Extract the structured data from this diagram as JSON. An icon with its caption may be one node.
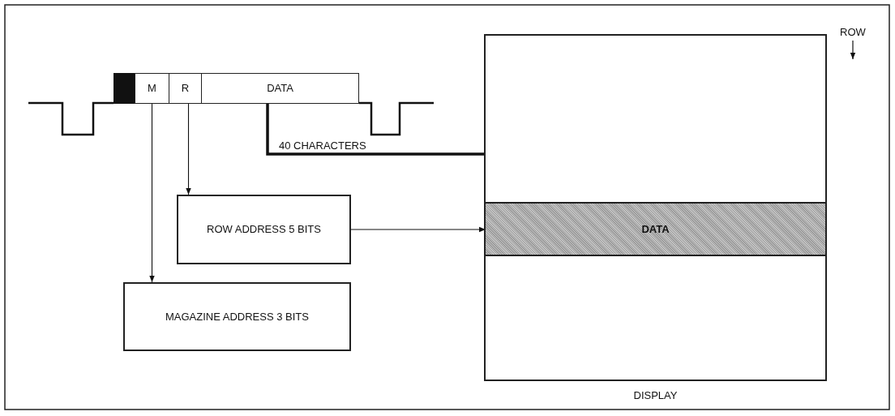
{
  "diagram": {
    "nodes": [
      {
        "text": [],
        "shape": "bar"
      },
      {
        "text": [
          "M"
        ]
      },
      {
        "text": [
          "R"
        ]
      },
      {
        "text": [
          "DATA"
        ]
      },
      {
        "text": [
          "DISPLAY"
        ]
      },
      {
        "text": [
          "DATA"
        ],
        "in": 4
      },
      {
        "text": [
          "ROW ADDRESS 5 BITS"
        ]
      },
      {
        "text": [
          "MAGAZINE ADDRESS 3 BITS"
        ]
      }
    ],
    "edges": [
      {
        "from": 1,
        "to": 7,
        "arrow": "to"
      },
      {
        "from": 2,
        "to": 6,
        "arrow": "to"
      },
      {
        "from": 6,
        "to": 5,
        "arrow": "to"
      },
      {
        "from": 3,
        "to": 4,
        "arrow": "none",
        "label": "40 CHARACTERS",
        "style": "thick"
      }
    ],
    "labels": [
      "ROW"
    ]
  }
}
